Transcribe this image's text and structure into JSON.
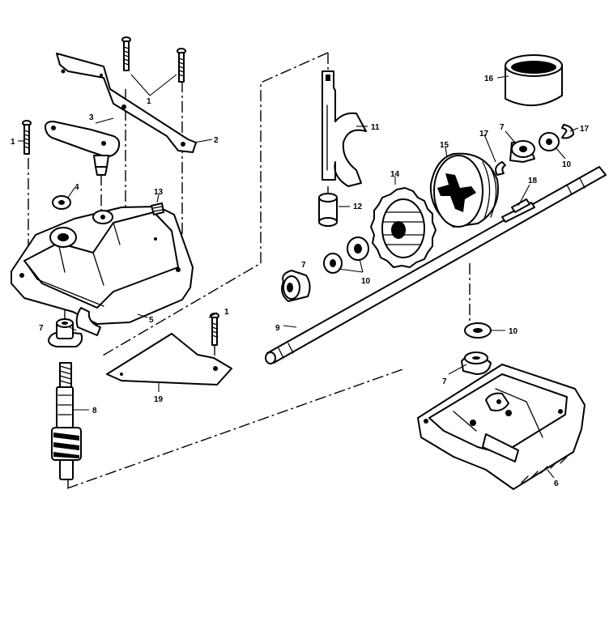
{
  "callouts": {
    "screw_top_a": "1",
    "screw_left": "1",
    "screw_right": "1",
    "bracket": "2",
    "shift_lever": "3",
    "washer_small": "4",
    "housing_upper": "5",
    "housing_lower": "6",
    "bearing_left": "7",
    "bearing_shaft_left": "7",
    "bearing_right_top": "7",
    "bearing_lower": "7",
    "worm_shaft": "8",
    "axle": "9",
    "washers_pair": "10",
    "washer_right": "10",
    "washer_lower": "10",
    "shift_fork": "11",
    "spacer": "12",
    "plug": "13",
    "gear": "14",
    "clutch": "15",
    "bushing": "16",
    "ring_a": "17",
    "ring_b": "17",
    "key": "18",
    "plate": "19"
  },
  "colors": {
    "ink": "#000000",
    "paper": "#ffffff"
  }
}
